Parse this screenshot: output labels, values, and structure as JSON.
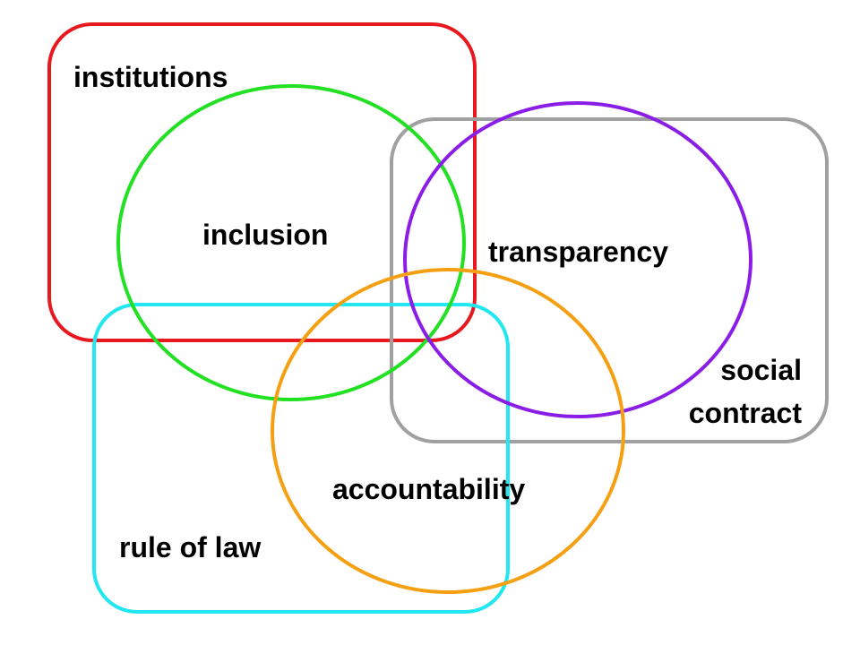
{
  "labels": {
    "institutions": "institutions",
    "inclusion": "inclusion",
    "transparency": "transparency",
    "social_line1": "social",
    "social_line2": "contract",
    "accountability": "accountability",
    "rule_of_law": "rule of law"
  },
  "colors": {
    "institutions": "#e8181f",
    "inclusion": "#22e022",
    "transparency": "#8a1ee6",
    "social_contract": "#a0a0a0",
    "accountability": "#f5a012",
    "rule_of_law": "#22e6f0"
  }
}
